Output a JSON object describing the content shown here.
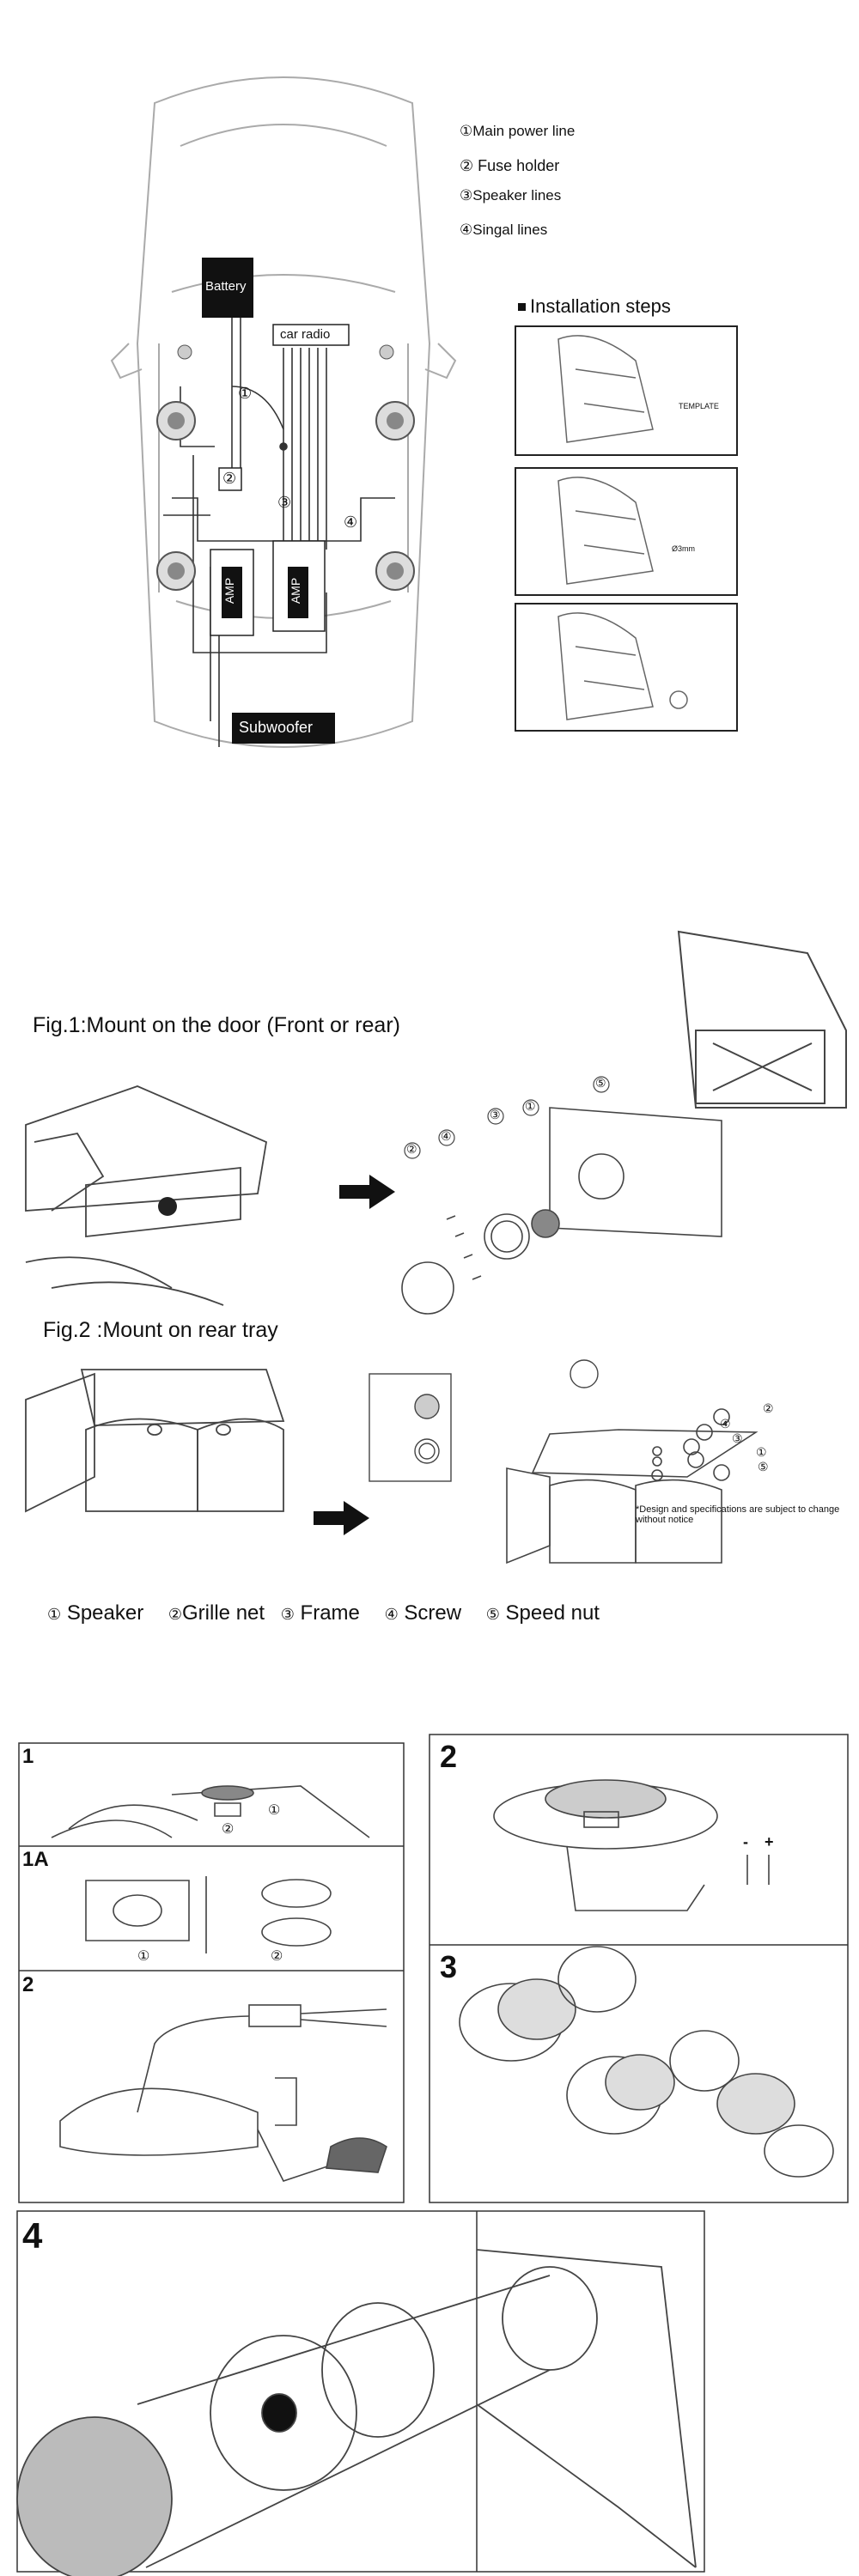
{
  "wiring": {
    "legend": [
      {
        "num": "①",
        "label": "Main power line"
      },
      {
        "num": "②",
        "label": "Fuse holder"
      },
      {
        "num": "③",
        "label": "Speaker lines"
      },
      {
        "num": "④",
        "label": "Singal lines"
      }
    ],
    "battery": "Battery",
    "car_radio": "car radio",
    "amp1": "AMP",
    "amp2": "AMP",
    "subwoofer": "Subwoofer",
    "markers": {
      "m1": "①",
      "m2": "②",
      "m3": "③",
      "m4": "④"
    }
  },
  "installation": {
    "title": "Installation steps",
    "template_label": "TEMPLATE",
    "drill_label": "Ø3mm"
  },
  "mounting": {
    "fig1_title": "Fig.1:Mount on the door (Front or rear)",
    "fig2_title": "Fig.2 :Mount on rear tray",
    "note": "*Design and specifications are subject to change without notice",
    "callouts": {
      "c1": "①",
      "c2": "②",
      "c3": "③",
      "c4": "④",
      "c5": "⑤"
    },
    "parts": [
      {
        "num": "①",
        "label": "Speaker"
      },
      {
        "num": "②",
        "label": "Grille net"
      },
      {
        "num": "③",
        "label": "Frame"
      },
      {
        "num": "④",
        "label": "Screw"
      },
      {
        "num": "⑤",
        "label": "Speed nut"
      }
    ]
  },
  "steps": {
    "p1": "1",
    "p1a": "1A",
    "p2a": "2",
    "p2b": "2",
    "p3": "3",
    "p4": "4",
    "p1_marks": {
      "a": "①",
      "b": "②"
    },
    "p1a_marks": {
      "a": "①",
      "b": "②"
    },
    "polarity": {
      "neg": "-",
      "pos": "+"
    }
  }
}
